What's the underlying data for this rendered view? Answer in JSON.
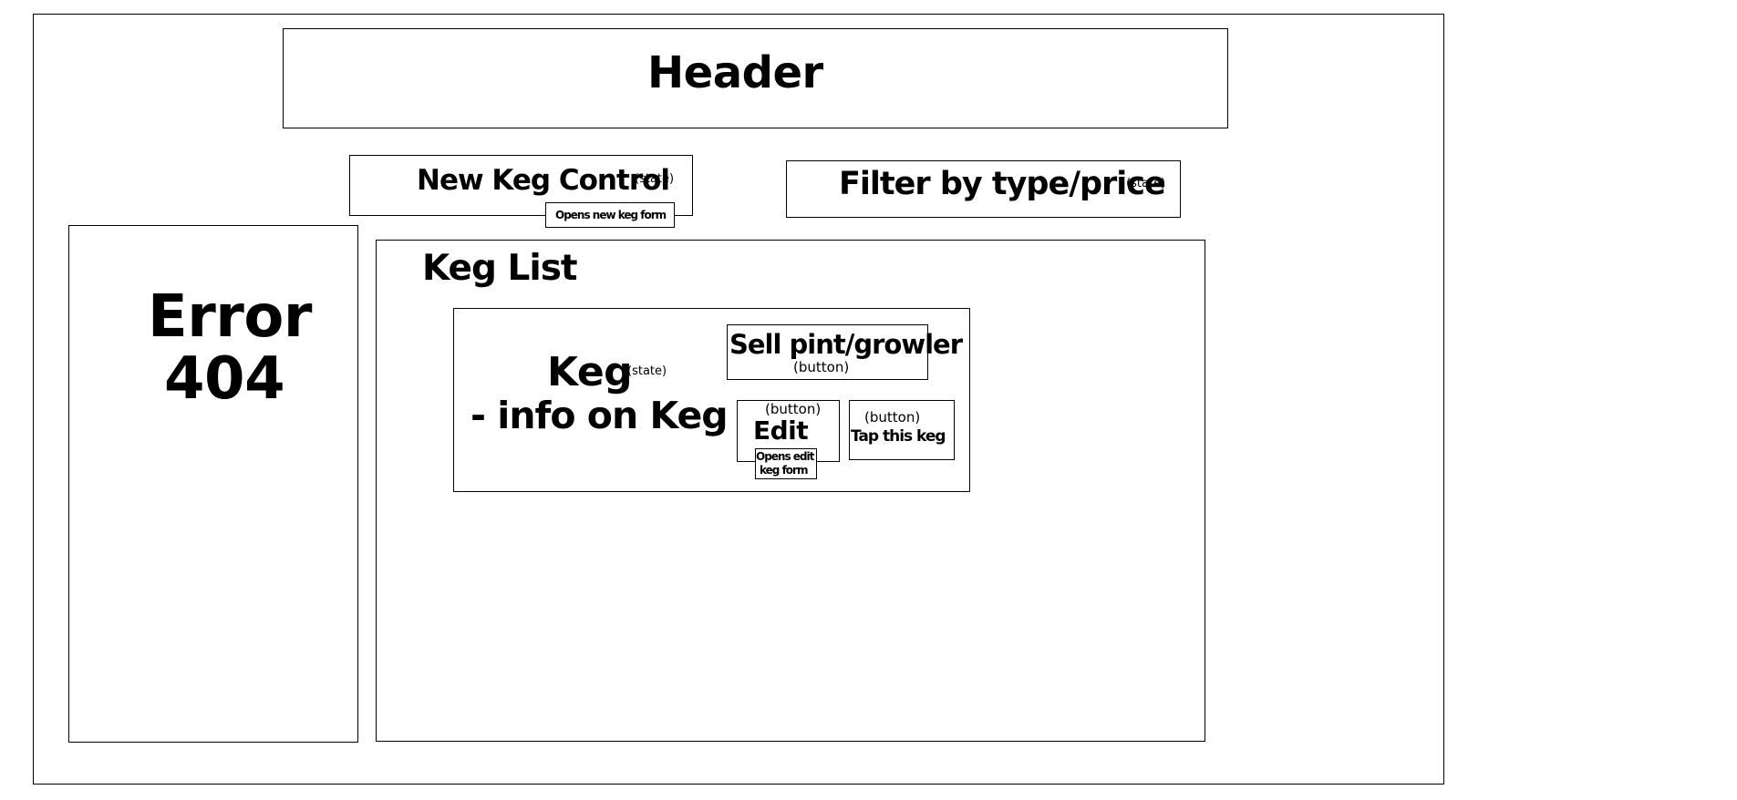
{
  "header": {
    "title": "Header"
  },
  "new_keg_control": {
    "title": "New Keg Control",
    "state_note": "(state)",
    "opens_note": "Opens new keg form"
  },
  "filter": {
    "title": "Filter by type/price",
    "state_note": "(state)"
  },
  "error_panel": {
    "line1": "Error",
    "line2": "404"
  },
  "keg_list": {
    "title": "Keg List",
    "keg": {
      "title": "Keg",
      "state_note": "(state)",
      "info": "- info on Keg",
      "sell_button": {
        "label": "Sell pint/growler",
        "kind_note": "(button)"
      },
      "edit_button": {
        "kind_note": "(button)",
        "label": "Edit",
        "opens_note_line1": "Opens edit",
        "opens_note_line2": "keg form"
      },
      "tap_button": {
        "kind_note": "(button)",
        "label": "Tap this keg"
      }
    }
  }
}
